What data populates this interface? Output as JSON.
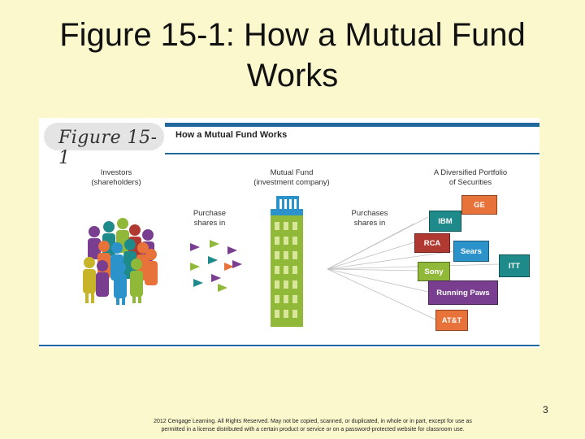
{
  "slide": {
    "title_line1": "Figure 15-1: How a Mutual Fund",
    "title_line2": "Works",
    "page_number": "3",
    "footer_line1": "2012 Cengage Learning. All Rights Reserved. May not be copied, scanned, or duplicated, in whole or in part, except for use as",
    "footer_line2": "permitted in a license distributed with a certain product or service or on a password-protected website for classroom use."
  },
  "figure": {
    "tag": "Figure 15-1",
    "heading": "How a Mutual Fund Works",
    "investors_label": "Investors\n(shareholders)",
    "fund_label": "Mutual Fund\n(investment company)",
    "portfolio_label": "A Diversified Portfolio\nof Securities",
    "purchase_label": "Purchase\nshares in",
    "purchases_label": "Purchases\nshares in",
    "securities": [
      {
        "name": "GE",
        "color": "#e8733a"
      },
      {
        "name": "IBM",
        "color": "#1f8a8a"
      },
      {
        "name": "RCA",
        "color": "#b03a32"
      },
      {
        "name": "Sears",
        "color": "#2b93c9"
      },
      {
        "name": "ITT",
        "color": "#1f8a8a"
      },
      {
        "name": "Sony",
        "color": "#90b93a"
      },
      {
        "name": "Running Paws",
        "color": "#7a3e91"
      },
      {
        "name": "AT&T",
        "color": "#e8733a"
      }
    ]
  }
}
